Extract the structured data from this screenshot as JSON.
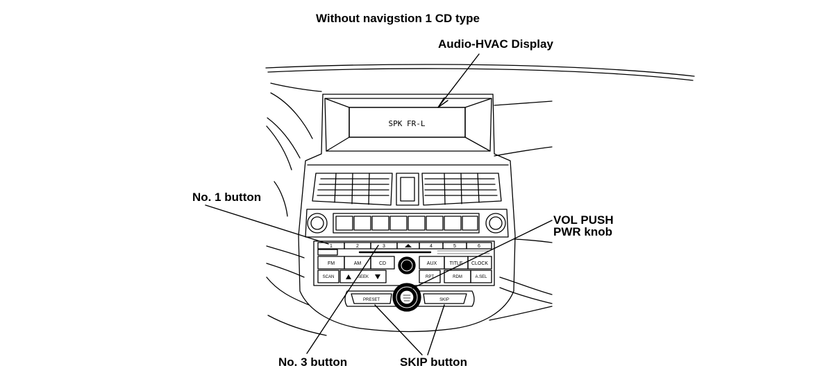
{
  "title": "Without navigstion 1 CD type",
  "callouts": {
    "display": "Audio-HVAC Display",
    "no1": "No. 1 button",
    "vol_line1": "VOL PUSH",
    "vol_line2": "PWR knob",
    "no3": "No. 3 button",
    "skip": "SKIP button"
  },
  "display_text": "SPK FR-L",
  "preset_buttons": [
    "1",
    "2",
    "3",
    "",
    "4",
    "5",
    "6"
  ],
  "function_buttons": {
    "fm": "FM",
    "am": "AM",
    "cd": "CD",
    "aux": "AUX",
    "title": "TITLE",
    "clock": "CLOCK"
  },
  "lower_buttons": {
    "scan": "SCAN",
    "seek": "SEEK",
    "rpt": "RPT",
    "rdm": "RDM",
    "a_sel": "A.SEL"
  },
  "bottom_buttons": {
    "preset": "PRESET",
    "skip": "SKIP"
  }
}
